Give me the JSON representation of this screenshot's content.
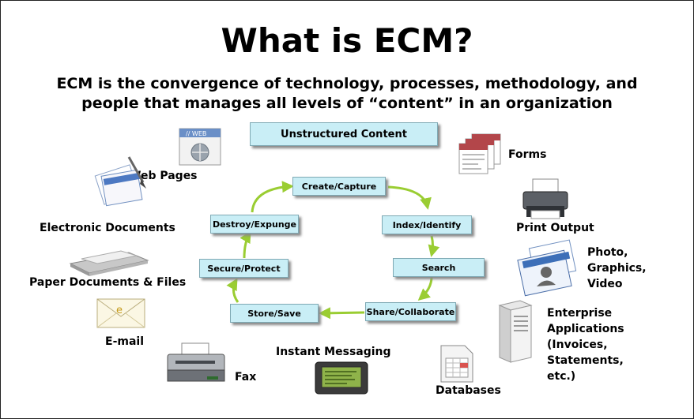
{
  "title": "What is ECM?",
  "subtitle_line1": "ECM is the convergence of technology, processes, methodology, and",
  "subtitle_line2": "people that manages all levels of “content” in an organization",
  "center_label": "Unstructured Content",
  "cycle": {
    "create": "Create/Capture",
    "index": "Index/Identify",
    "search": "Search",
    "share": "Share/Collaborate",
    "store": "Store/Save",
    "secure": "Secure/Protect",
    "destroy": "Destroy/Expunge"
  },
  "sources": {
    "web_pages": "Web Pages",
    "web_badge": "// WEB",
    "electronic_documents": "Electronic Documents",
    "paper_documents": "Paper Documents & Files",
    "email": "E-mail",
    "fax": "Fax",
    "instant_messaging": "Instant Messaging",
    "databases": "Databases",
    "forms": "Forms",
    "print_output": "Print Output",
    "photo": "Photo,",
    "graphics": "Graphics,",
    "video": "Video",
    "enterprise_1": "Enterprise",
    "enterprise_2": "Applications",
    "enterprise_3": "(Invoices,",
    "enterprise_4": "Statements,",
    "enterprise_5": "etc.)"
  },
  "colors": {
    "box_fill": "#c9eef6",
    "arrow": "#9acd32"
  }
}
